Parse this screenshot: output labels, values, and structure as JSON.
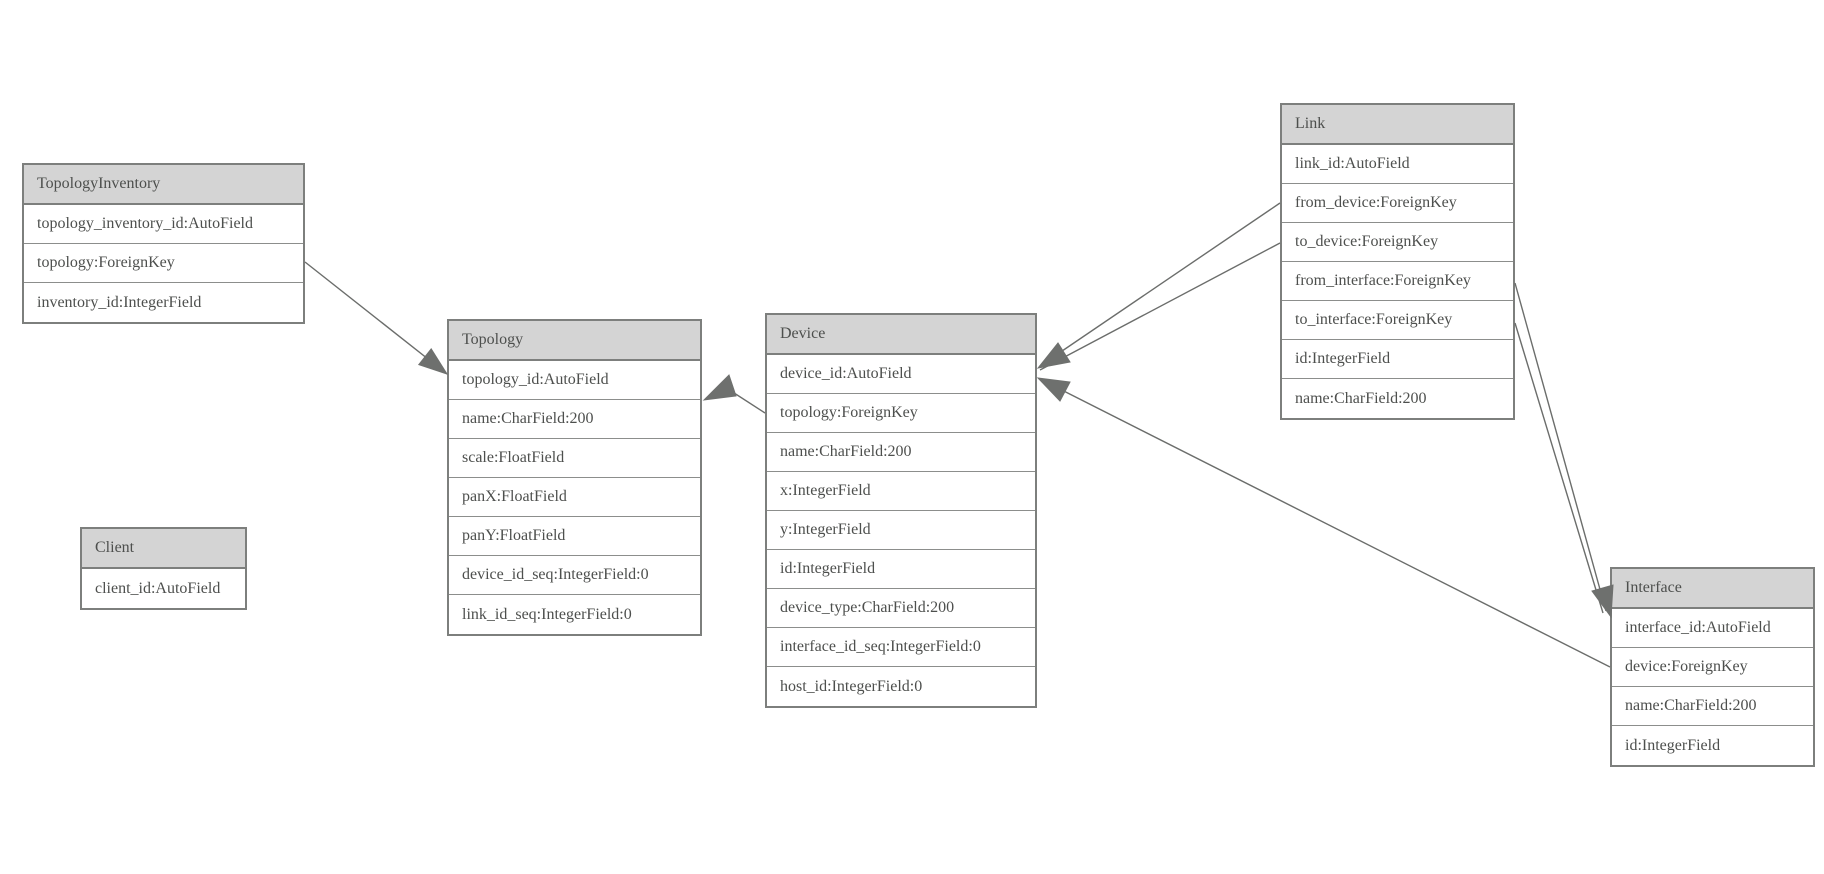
{
  "diagram": {
    "background_color": "#ffffff",
    "header_fill_color": "#d4d4d4",
    "border_color": "#7d7f7d",
    "text_color": "#4d4f4d",
    "edge_color": "#6b6d6b",
    "entities": [
      {
        "title": "TopologyInventory",
        "fields": [
          "topology_inventory_id:AutoField",
          "topology:ForeignKey",
          "inventory_id:IntegerField"
        ]
      },
      {
        "title": "Topology",
        "fields": [
          "topology_id:AutoField",
          "name:CharField:200",
          "scale:FloatField",
          "panX:FloatField",
          "panY:FloatField",
          "device_id_seq:IntegerField:0",
          "link_id_seq:IntegerField:0"
        ]
      },
      {
        "title": "Client",
        "fields": [
          "client_id:AutoField"
        ]
      },
      {
        "title": "Device",
        "fields": [
          "device_id:AutoField",
          "topology:ForeignKey",
          "name:CharField:200",
          "x:IntegerField",
          "y:IntegerField",
          "id:IntegerField",
          "device_type:CharField:200",
          "interface_id_seq:IntegerField:0",
          "host_id:IntegerField:0"
        ]
      },
      {
        "title": "Link",
        "fields": [
          "link_id:AutoField",
          "from_device:ForeignKey",
          "to_device:ForeignKey",
          "from_interface:ForeignKey",
          "to_interface:ForeignKey",
          "id:IntegerField",
          "name:CharField:200"
        ]
      },
      {
        "title": "Interface",
        "fields": [
          "interface_id:AutoField",
          "device:ForeignKey",
          "name:CharField:200",
          "id:IntegerField"
        ]
      }
    ],
    "relations": [
      {
        "from": "TopologyInventory.topology",
        "to": "Topology"
      },
      {
        "from": "Device.topology",
        "to": "Topology"
      },
      {
        "from": "Link.from_device",
        "to": "Device"
      },
      {
        "from": "Link.to_device",
        "to": "Device"
      },
      {
        "from": "Link.from_interface",
        "to": "Interface"
      },
      {
        "from": "Link.to_interface",
        "to": "Interface"
      },
      {
        "from": "Interface.device",
        "to": "Device"
      }
    ]
  }
}
